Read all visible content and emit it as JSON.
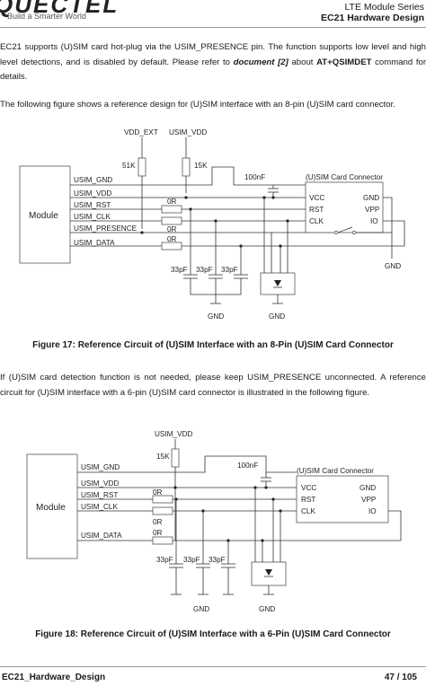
{
  "header": {
    "logo": "QUECTEL",
    "tagline": "Build a Smarter World",
    "series": "LTE Module Series",
    "doc_title": "EC21 Hardware Design"
  },
  "body": {
    "para1": "EC21 supports (U)SIM card hot-plug via the USIM_PRESENCE pin. The function supports low level and high level detections, and is disabled by default. Please refer to",
    "para1_ref": "document [2]",
    "para1_about": "about",
    "para1_cmd": "AT+QSIMDET",
    "para1_end": "command for details.",
    "para2": "The following figure shows a reference design for (U)SIM interface with an 8-pin (U)SIM card connector.",
    "para3": "If (U)SIM card detection function is not needed, please keep USIM_PRESENCE unconnected. A reference circuit for (U)SIM interface with a 6-pin (U)SIM card connector is illustrated in the following figure."
  },
  "figure17": {
    "caption": "Figure 17: Reference Circuit of (U)SIM Interface with an 8-Pin (U)SIM Card Connector",
    "module": "Module",
    "vdd_ext": "VDD_EXT",
    "usim_vdd_top": "USIM_VDD",
    "r51k": "51K",
    "r15k": "15K",
    "c100": "100nF",
    "connector": "(U)SIM Card Connector",
    "signals": [
      "USIM_GND",
      "USIM_VDD",
      "USIM_RST",
      "USIM_CLK",
      "USIM_PRESENCE",
      "USIM_DATA"
    ],
    "res0": "0R",
    "caps": [
      "33pF",
      "33pF",
      "33pF"
    ],
    "pins_left": [
      "VCC",
      "RST",
      "CLK"
    ],
    "pins_right": [
      "GND",
      "VPP",
      "IO"
    ],
    "gnd": "GND"
  },
  "figure18": {
    "caption": "Figure 18: Reference Circuit of (U)SIM Interface with a 6-Pin (U)SIM Card Connector",
    "module": "Module",
    "usim_vdd_top": "USIM_VDD",
    "r15k": "15K",
    "c100": "100nF",
    "connector": "(U)SIM Card Connector",
    "signals": [
      "USIM_GND",
      "USIM_VDD",
      "USIM_RST",
      "USIM_CLK",
      "USIM_DATA"
    ],
    "res0": "0R",
    "caps": [
      "33pF",
      "33pF",
      "33pF"
    ],
    "pins_left": [
      "VCC",
      "RST",
      "CLK"
    ],
    "pins_right": [
      "GND",
      "VPP",
      "IO"
    ],
    "gnd": "GND"
  },
  "footer": {
    "doc_name": "EC21_Hardware_Design",
    "page": "47 / 105"
  }
}
